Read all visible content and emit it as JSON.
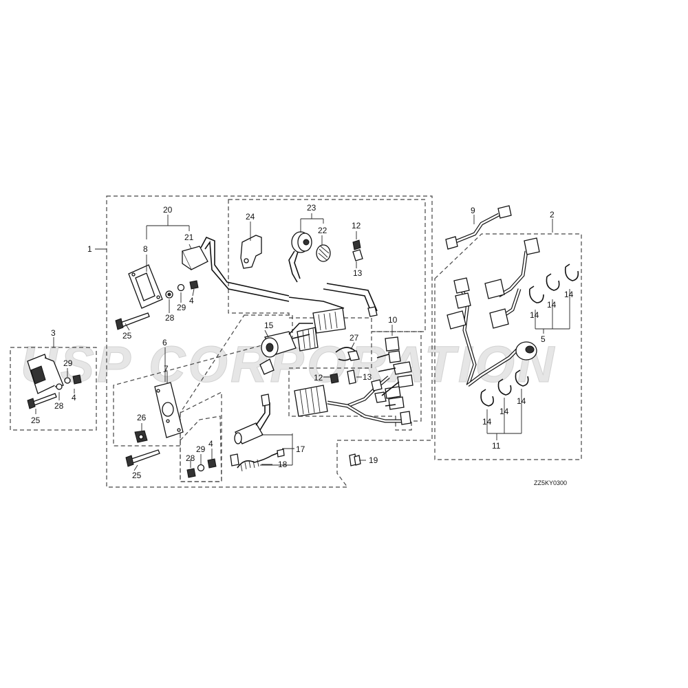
{
  "watermark": "USP CORPORATION",
  "diagram_code": "ZZ5KY0300",
  "callouts": {
    "c1": "1",
    "c2": "2",
    "c3": "3",
    "c4a": "4",
    "c4b": "4",
    "c4c": "4",
    "c5": "5",
    "c6": "6",
    "c7": "7",
    "c8": "8",
    "c9": "9",
    "c10": "10",
    "c11": "11",
    "c12a": "12",
    "c12b": "12",
    "c13a": "13",
    "c13b": "13",
    "c14a": "14",
    "c14b": "14",
    "c14c": "14",
    "c14d": "14",
    "c14e": "14",
    "c14f": "14",
    "c15": "15",
    "c17": "17",
    "c18": "18",
    "c19": "19",
    "c20": "20",
    "c21": "21",
    "c22": "22",
    "c23": "23",
    "c24": "24",
    "c25a": "25",
    "c25b": "25",
    "c25c": "25",
    "c26": "26",
    "c27": "27",
    "c28a": "28",
    "c28b": "28",
    "c28c": "28",
    "c29a": "29",
    "c29b": "29",
    "c29c": "29"
  },
  "colors": {
    "line": "#111111",
    "watermark": "#e6e6e6"
  }
}
